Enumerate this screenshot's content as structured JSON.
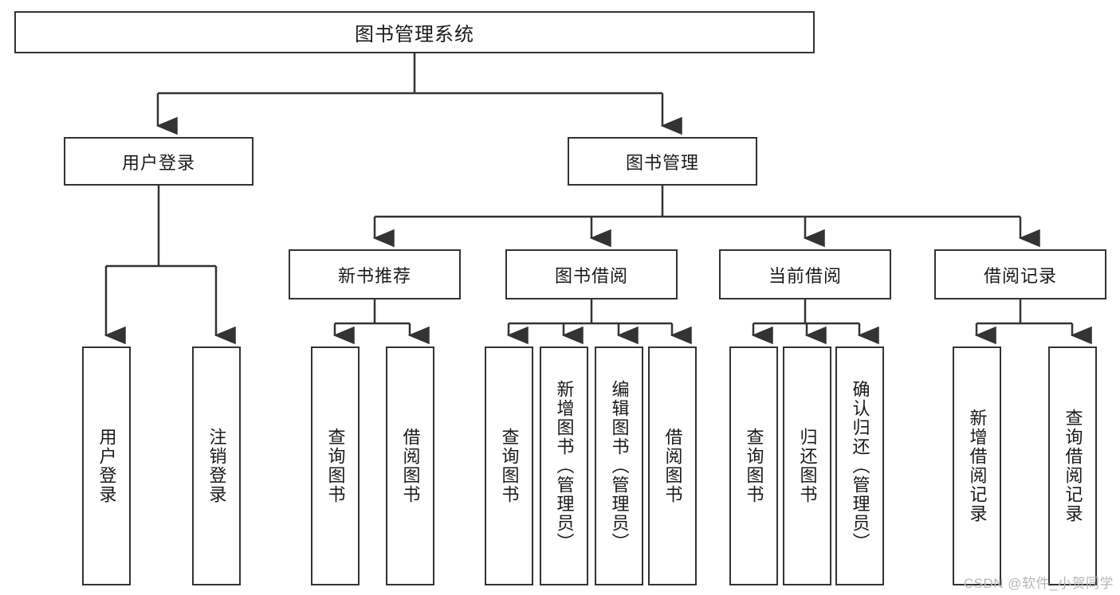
{
  "diagram": {
    "title": "图书管理系统",
    "watermark": "CSDN @软件_小贺同学",
    "root": {
      "label": "图书管理系统"
    },
    "level2": [
      {
        "label": "用户登录"
      },
      {
        "label": "图书管理"
      }
    ],
    "level3": [
      {
        "label": "新书推荐"
      },
      {
        "label": "图书借阅"
      },
      {
        "label": "当前借阅"
      },
      {
        "label": "借阅记录"
      }
    ],
    "leaves": {
      "user_login": [
        {
          "label": "用户登录"
        },
        {
          "label": "注销登录"
        }
      ],
      "new_book_recommend": [
        {
          "label": "查询图书"
        },
        {
          "label": "借阅图书"
        }
      ],
      "book_borrow": [
        {
          "label": "查询图书"
        },
        {
          "label": "新增图书（管理员）"
        },
        {
          "label": "编辑图书（管理员）"
        },
        {
          "label": "借阅图书"
        }
      ],
      "current_borrow": [
        {
          "label": "查询图书"
        },
        {
          "label": "归还图书"
        },
        {
          "label": "确认归还（管理员）"
        }
      ],
      "borrow_record": [
        {
          "label": "新增借阅记录"
        },
        {
          "label": "查询借阅记录"
        }
      ]
    },
    "colors": {
      "stroke": "#333333",
      "background": "#ffffff",
      "text": "#1a1a1a",
      "watermark": "#b6b6b6"
    }
  }
}
